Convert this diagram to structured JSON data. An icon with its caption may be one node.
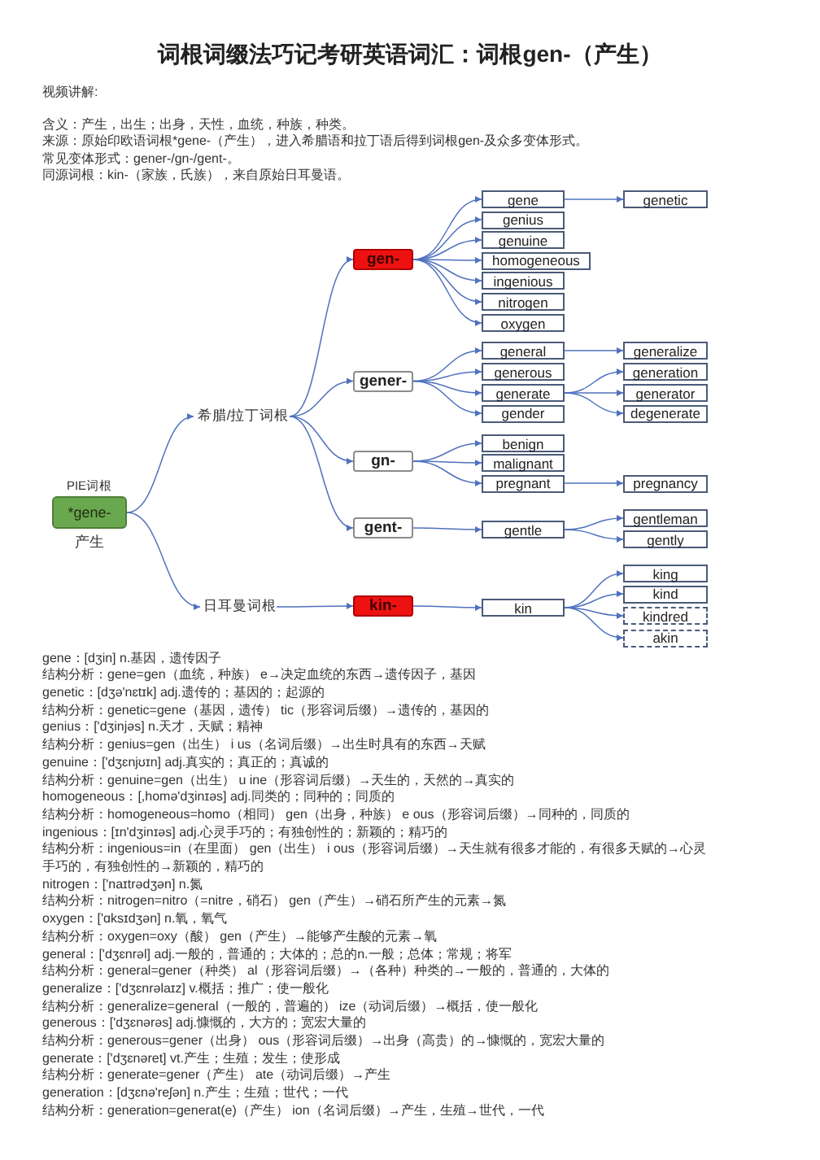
{
  "diagram": {
    "title": "词根词缀法巧记考研英语词汇：词根gen-（产生）",
    "nodes": [
      {
        "text": [
          "*gene-"
        ],
        "beside": [
          "PIE词根",
          "产生"
        ]
      },
      {
        "text": [
          "希腊/拉丁词根"
        ]
      },
      {
        "text": [
          "日耳曼词根"
        ]
      },
      {
        "text": [
          "gen-"
        ]
      },
      {
        "text": [
          "gener-"
        ]
      },
      {
        "text": [
          "gn-"
        ]
      },
      {
        "text": [
          "gent-"
        ]
      },
      {
        "text": [
          "kin-"
        ]
      },
      {
        "text": [
          "gene"
        ]
      },
      {
        "text": [
          "genius"
        ]
      },
      {
        "text": [
          "genuine"
        ]
      },
      {
        "text": [
          "homogeneous"
        ]
      },
      {
        "text": [
          "ingenious"
        ]
      },
      {
        "text": [
          "nitrogen"
        ]
      },
      {
        "text": [
          "oxygen"
        ]
      },
      {
        "text": [
          "general"
        ]
      },
      {
        "text": [
          "generous"
        ]
      },
      {
        "text": [
          "generate"
        ]
      },
      {
        "text": [
          "gender"
        ]
      },
      {
        "text": [
          "benign"
        ]
      },
      {
        "text": [
          "malignant"
        ]
      },
      {
        "text": [
          "pregnant"
        ]
      },
      {
        "text": [
          "gentle"
        ]
      },
      {
        "text": [
          "kin"
        ]
      },
      {
        "text": [
          "genetic"
        ]
      },
      {
        "text": [
          "generalize"
        ]
      },
      {
        "text": [
          "generation"
        ]
      },
      {
        "text": [
          "generator"
        ]
      },
      {
        "text": [
          "degenerate"
        ]
      },
      {
        "text": [
          "pregnancy"
        ]
      },
      {
        "text": [
          "gentleman"
        ]
      },
      {
        "text": [
          "gently"
        ]
      },
      {
        "text": [
          "king"
        ]
      },
      {
        "text": [
          "kind"
        ]
      },
      {
        "text": [
          "kindred"
        ]
      },
      {
        "text": [
          "akin"
        ]
      }
    ],
    "edges": [
      {
        "from": 0,
        "to": 1,
        "arrow": "to"
      },
      {
        "from": 0,
        "to": 2,
        "arrow": "to"
      },
      {
        "from": 1,
        "to": 3,
        "arrow": "to"
      },
      {
        "from": 1,
        "to": 4,
        "arrow": "to"
      },
      {
        "from": 1,
        "to": 5,
        "arrow": "to"
      },
      {
        "from": 1,
        "to": 6,
        "arrow": "to"
      },
      {
        "from": 2,
        "to": 7,
        "arrow": "to"
      },
      {
        "from": 3,
        "to": 8,
        "arrow": "to"
      },
      {
        "from": 3,
        "to": 9,
        "arrow": "to"
      },
      {
        "from": 3,
        "to": 10,
        "arrow": "to"
      },
      {
        "from": 3,
        "to": 11,
        "arrow": "to"
      },
      {
        "from": 3,
        "to": 12,
        "arrow": "to"
      },
      {
        "from": 3,
        "to": 13,
        "arrow": "to"
      },
      {
        "from": 3,
        "to": 14,
        "arrow": "to"
      },
      {
        "from": 4,
        "to": 15,
        "arrow": "to"
      },
      {
        "from": 4,
        "to": 16,
        "arrow": "to"
      },
      {
        "from": 4,
        "to": 17,
        "arrow": "to"
      },
      {
        "from": 4,
        "to": 18,
        "arrow": "to"
      },
      {
        "from": 5,
        "to": 19,
        "arrow": "to"
      },
      {
        "from": 5,
        "to": 20,
        "arrow": "to"
      },
      {
        "from": 5,
        "to": 21,
        "arrow": "to"
      },
      {
        "from": 6,
        "to": 22,
        "arrow": "to"
      },
      {
        "from": 7,
        "to": 23,
        "arrow": "to"
      },
      {
        "from": 8,
        "to": 24,
        "arrow": "to"
      },
      {
        "from": 15,
        "to": 25,
        "arrow": "to"
      },
      {
        "from": 17,
        "to": 26,
        "arrow": "to"
      },
      {
        "from": 17,
        "to": 27,
        "arrow": "to"
      },
      {
        "from": 17,
        "to": 28,
        "arrow": "to"
      },
      {
        "from": 21,
        "to": 29,
        "arrow": "to"
      },
      {
        "from": 22,
        "to": 30,
        "arrow": "to"
      },
      {
        "from": 22,
        "to": 31,
        "arrow": "to"
      },
      {
        "from": 23,
        "to": 32,
        "arrow": "to"
      },
      {
        "from": 23,
        "to": 33,
        "arrow": "to"
      },
      {
        "from": 23,
        "to": 34,
        "arrow": "to"
      },
      {
        "from": 23,
        "to": 35,
        "arrow": "to"
      }
    ],
    "labels": [
      "视频讲解:",
      "含义：产生，出生；出身，天性，血统，种族，种类。",
      "来源：原始印欧语词根*gene-（产生），进入希腊语和拉丁语后得到词根gen-及众多变体形式。",
      "常见变体形式：gener-/gn-/gent-。",
      "同源词根：kin-（家族，氏族），来自原始日耳曼语。",
      "gene：[dʒin] n.基因，遗传因子",
      "结构分析：gene=gen（血统，种族） e→决定血统的东西→遗传因子，基因",
      "genetic：[dʒə'nɛtɪk] adj.遗传的；基因的；起源的",
      "结构分析：genetic=gene（基因，遗传） tic（形容词后缀）→遗传的，基因的",
      "genius：['dʒinjəs] n.天才，天赋；精神",
      "结构分析：genius=gen（出生） i us（名词后缀）→出生时具有的东西→天赋",
      "genuine：['dʒɛnjʊɪn] adj.真实的；真正的；真诚的",
      "结构分析：genuine=gen（出生） u ine（形容词后缀）→天生的，天然的→真实的",
      "homogeneous：[,homə'dʒinɪəs] adj.同类的；同种的；同质的",
      "结构分析：homogeneous=homo（相同） gen（出身，种族） e ous（形容词后缀）→同种的，同质的",
      "ingenious：[ɪn'dʒinɪəs] adj.心灵手巧的；有独创性的；新颖的；精巧的",
      "结构分析：ingenious=in（在里面） gen（出生） i ous（形容词后缀）→天生就有很多才能的，有很多天赋的→心灵手巧的，有独创性的→新颖的，精巧的",
      "nitrogen：['naɪtrədʒən] n.氮",
      "结构分析：nitrogen=nitro（=nitre，硝石） gen（产生）→硝石所产生的元素→氮",
      "oxygen：['ɑksɪdʒən] n.氧，氧气",
      "结构分析：oxygen=oxy（酸） gen（产生）→能够产生酸的元素→氧",
      "general：['dʒɛnrəl] adj.一般的，普通的；大体的；总的n.一般；总体；常规；将军",
      "结构分析：general=gener（种类） al（形容词后缀）→（各种）种类的→一般的，普通的，大体的",
      "generalize：['dʒɛnrəlaɪz] v.概括；推广；使一般化",
      "结构分析：generalize=general（一般的，普遍的） ize（动词后缀）→概括，使一般化",
      "generous：['dʒɛnərəs] adj.慷慨的，大方的；宽宏大量的",
      "结构分析：generous=gener（出身） ous（形容词后缀）→出身（高贵）的→慷慨的，宽宏大量的",
      "generate：['dʒɛnəret] vt.产生；生殖；发生；使形成",
      "结构分析：generate=gener（产生） ate（动词后缀）→产生",
      "generation：[dʒɛnə'reʃən] n.产生；生殖；世代；一代",
      "结构分析：generation=generat(e)（产生） ion（名词后缀）→产生，生殖→世代，一代"
    ]
  }
}
